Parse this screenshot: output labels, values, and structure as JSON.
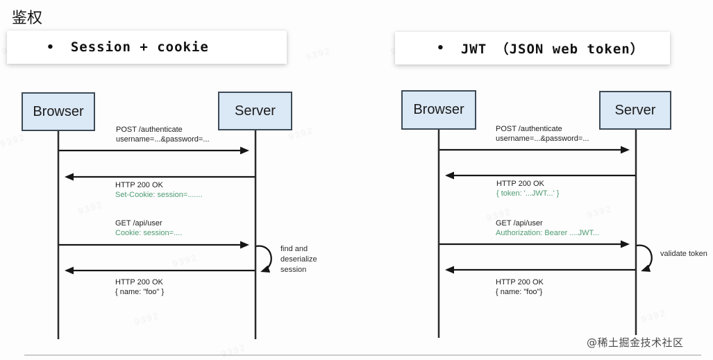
{
  "heading": "鉴权",
  "credit": "@稀土掘金技术社区",
  "watermark": "9392",
  "colors": {
    "box_fill": "#dbe8f5",
    "box_border": "#3d4a56",
    "line": "#161616",
    "accent_green": "#4d9b72",
    "card_bg": "#ffffff"
  },
  "left": {
    "bullet": "•",
    "title": "Session + cookie",
    "browser": "Browser",
    "server": "Server",
    "m1l1": "POST /authenticate",
    "m1l2": "username=...&password=...",
    "m2l1": "HTTP 200 OK",
    "m2l2": "Set-Cookie: session=.......",
    "m3l1": "GET /api/user",
    "m3l2": "Cookie: session=....",
    "note": "find and\ndeserialize\nsession",
    "m4l1": "HTTP 200 OK",
    "m4l2": "{ name: \"foo\" }"
  },
  "right": {
    "bullet": "•",
    "title": "JWT （JSON web token）",
    "browser": "Browser",
    "server": "Server",
    "m1l1": "POST /authenticate",
    "m1l2": "username=...&password=...",
    "m2l1": "HTTP 200 OK",
    "m2l2": "{ token: '...JWT...' }",
    "m3l1": "GET /api/user",
    "m3l2": "Authorization: Bearer ....JWT...",
    "note": "validate token",
    "m4l1": "HTTP 200 OK",
    "m4l2": "{ name: \"foo\"}"
  }
}
